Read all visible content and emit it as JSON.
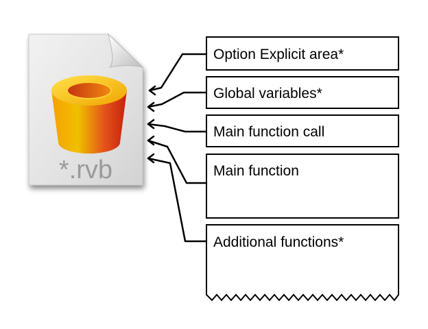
{
  "file_icon": {
    "extension_label": "*.rvb",
    "icon_name": "rhino-script-file-icon",
    "body_color": "#e6e6e6",
    "cylinder_top_color": "#f2c200",
    "cylinder_side_color": "#e03a12"
  },
  "sections": [
    {
      "label": "Option Explicit area*"
    },
    {
      "label": "Global variables*"
    },
    {
      "label": "Main function call"
    },
    {
      "label": "Main function"
    },
    {
      "label": "Additional functions*"
    }
  ]
}
